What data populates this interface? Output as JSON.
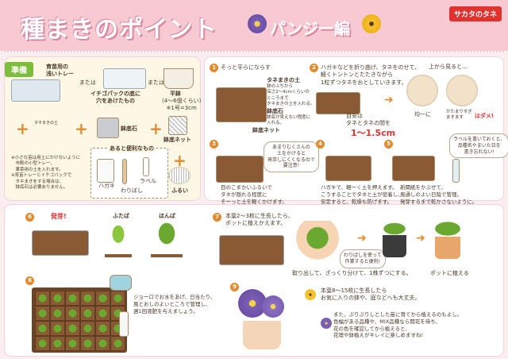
{
  "header": {
    "title": "種まきのポイント",
    "subtitle": "パンジー編",
    "logo": "サカタのタネ"
  },
  "prep": {
    "label": "準備",
    "tray_label": "育苗用の\n浅いトレー",
    "or1": "または",
    "pack_label": "イチゴパックの底に\n穴をあけたもの",
    "or2": "または",
    "pot_label": "平鉢",
    "pot_sub": "(4〜6個くらい)\n※1号=3cm",
    "soil_bag_text": "タネまきの土",
    "kanumaseki": "鉢底石",
    "optional_title": "あると便利なもの",
    "hagaki": "ハガキ",
    "waribashi": "わりばし",
    "label_item": "ラベル",
    "net": "鉢底ネット",
    "sieve": "ふるい",
    "note": "※小さな苗は用土にかけないように\n　市販の小型トレー、\n　果菜用の土を入れます。\n※育苗トレーとイチゴパックで\n　タネまきをする場合は、\n　鉢底石は必要ありません。"
  },
  "steps_top": {
    "s1_title": "そっと平らにならす",
    "s1_soil": "タネまきの土",
    "s1_soil_desc": "鉢のふちから\n深さ2〜4cmくらいの\nところまで\nタネまきの土を入れる。",
    "s1_stone": "鉢底石",
    "s1_stone_desc": "鉢底が見えない程度に\n入れる。",
    "s1_net": "鉢底ネット",
    "s2_text": "ハガキなどを折り曲げ、タネをのせて、\n軽くトントンとたたきながら\n1粒ずつタネをおとしていきます。",
    "s2_guide": "目安は\nタネとタネの間を",
    "s2_distance": "1〜1.5cm",
    "s2_view": "上から見ると…",
    "s2_good": "均一に",
    "s2_bad": "かたまりすぎ\nますます",
    "s2_ng": "はダメ!",
    "s3_bubble": "あまりむくさんの\n土をかけると\n発芽しにくくなるので\n要注意!",
    "s3_text": "目のこまかいふるいで\nタネが隠れる程度に\nそーっと土を軽くかけます。",
    "s4_text": "ハガキで、軽ーく土を押えます。\nこうすることでタネと土が密着し、\n安定すると、乾燥も防げます。",
    "s5_bubble": "ラベルを書いておくと、\n品種名やまいた日を\n書き忘れない!",
    "s5_text": "新聞紙をかぶせて、\n風通しのよい日陰で管理。\n発芽するまで乾かさないように。"
  },
  "steps_bottom": {
    "s6_sprout": "発芽!",
    "s6_futaba": "ふたば",
    "s6_honba": "ほんば",
    "s7_text": "本葉2〜3枚に生長したら、\nポットに植えかえます。",
    "s7_bubble": "わりばしを使って\n作業すると便利!",
    "s7_dig": "取り出して、ざっくり分けて、1株ずつにする。",
    "s7_pot": "ポットに植える",
    "s8_text": "ジョーロでお水をあげ、日当たり、\n風とおしのよいところで管理し、\n週1回液肥を与えましょう。",
    "s9_text": "本葉8〜15枚に生長したら\nお気に入りの鉢や、庭などへも大丈夫。",
    "s9_tip": "また、ぷりぷりしとした苗に育てから植えるのもよし。\n色幅がある品種や、MIX品種なら開花を待ち、\n花の色を確認してから植えると、\n花壇や鉢植えがキレイに楽しめますね!"
  },
  "colors": {
    "header_bg": "#f6c9d3",
    "accent": "#e48a2e",
    "brand_red": "#e0332f",
    "prep_green": "#7cbd3b"
  }
}
